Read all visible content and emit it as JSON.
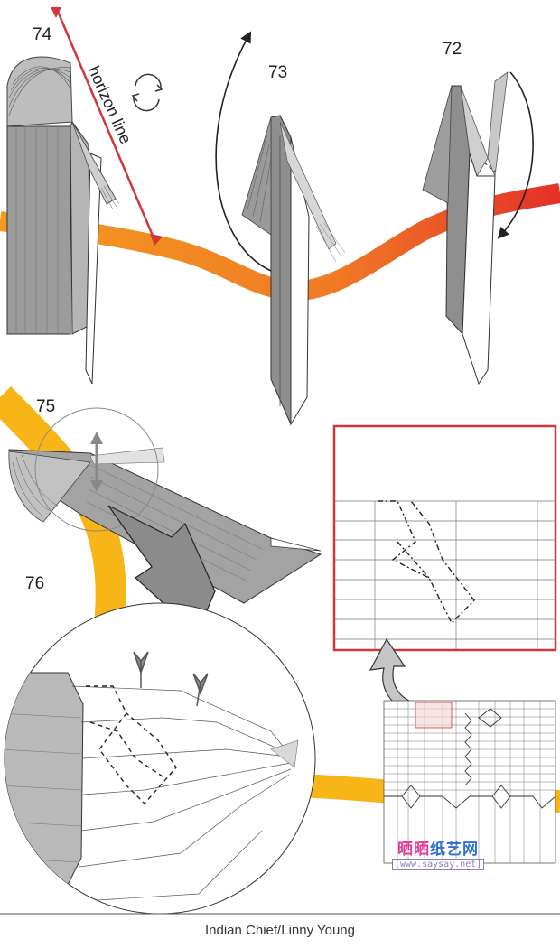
{
  "steps": {
    "s74": "74",
    "s73": "73",
    "s72": "72",
    "s75": "75",
    "s76": "76"
  },
  "annotation": {
    "horizon": "horizon line"
  },
  "footer": {
    "credit": "Indian Chief/Linny Young"
  },
  "watermark": {
    "cn1": "晒晒",
    "cn2": "纸艺网",
    "url": "[www.saysay.net]"
  },
  "colors": {
    "band_orange": "#f18a22",
    "band_red": "#e6382a",
    "band_yellow": "#f8b518",
    "zoom_border": "#d0373a",
    "paper_gray": "#9a9a9a",
    "watermark_pink": "#e0399a",
    "watermark_blue": "#2f6fd0"
  }
}
